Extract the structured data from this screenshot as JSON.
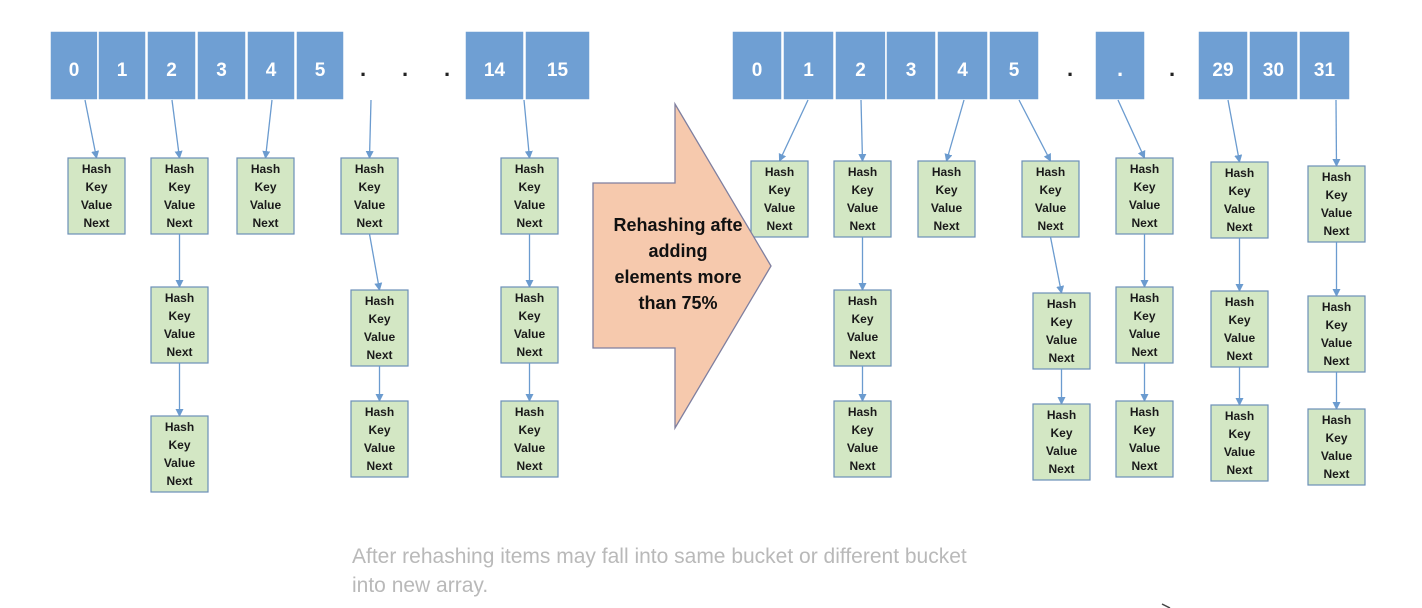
{
  "diagram": {
    "before_cells": [
      "0",
      "1",
      "2",
      "3",
      "4",
      "5",
      ".",
      ".",
      ".",
      "14",
      "15"
    ],
    "after_cells": [
      "0",
      "1",
      "2",
      "3",
      "4",
      "5",
      ".",
      ".",
      ".",
      "29",
      "30",
      "31"
    ],
    "node_fields": [
      "Hash",
      "Key",
      "Value",
      "Next"
    ],
    "arrow_text": [
      "Rehashing afte",
      "adding",
      "elements more",
      "than 75%"
    ],
    "colors": {
      "cell_fill": "#6f9fd3",
      "cell_text": "#ffffff",
      "node_fill": "#d3e7c4",
      "node_border": "#6b8fb8",
      "link": "#6b9bcf",
      "arrow_fill": "#f6c9ad",
      "arrow_stroke": "#7f7f9f"
    }
  },
  "caption": {
    "line1": "After rehashing items may fall into same bucket or different bucket",
    "line2": "into new array."
  }
}
